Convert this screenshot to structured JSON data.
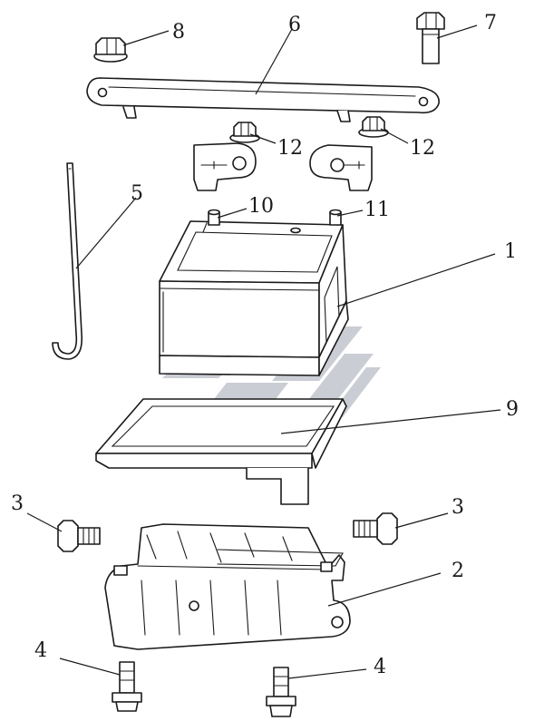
{
  "callouts": {
    "c1": "1",
    "c2": "2",
    "c3a": "3",
    "c3b": "3",
    "c4a": "4",
    "c4b": "4",
    "c5": "5",
    "c6": "6",
    "c7": "7",
    "c8": "8",
    "c9": "9",
    "c10": "10",
    "c11": "11",
    "c12a": "12",
    "c12b": "12"
  },
  "colors": {
    "line": "#1a1a1a",
    "watermark": "#9ea4b0",
    "background": "#ffffff"
  },
  "watermark": {
    "icon": "brand-logo-watermark"
  }
}
